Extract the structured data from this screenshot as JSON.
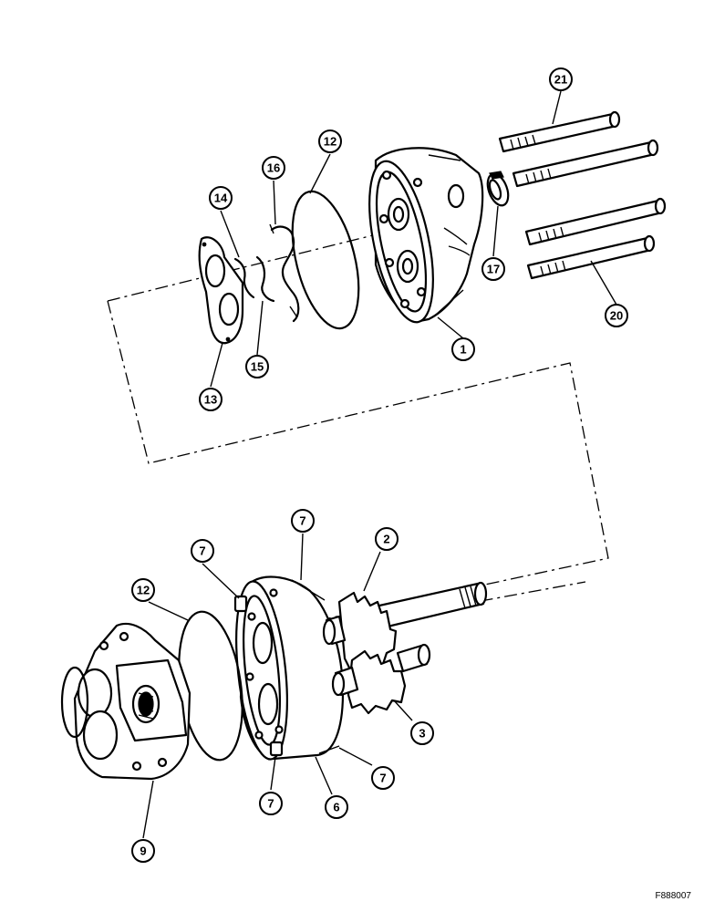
{
  "callouts": [
    "21",
    "16",
    "12",
    "14",
    "17",
    "20",
    "1",
    "15",
    "13",
    "7",
    "7",
    "2",
    "12",
    "3",
    "7",
    "7",
    "6",
    "9"
  ],
  "figure_code": "F888007"
}
